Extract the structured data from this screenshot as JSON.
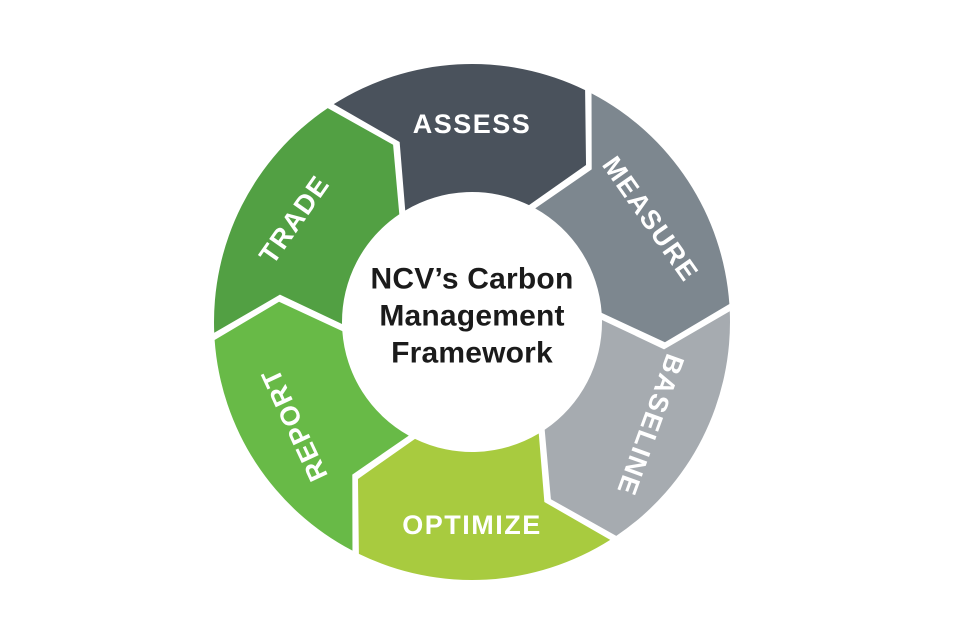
{
  "diagram": {
    "type": "cycle",
    "direction": "clockwise",
    "background_color": "#ffffff",
    "gap_color": "#ffffff",
    "label_text_color": "#ffffff",
    "center_text_color": "#1b1b1b",
    "center": {
      "line1": "NCV’s Carbon",
      "line2": "Management",
      "line3": "Framework"
    },
    "segments": [
      {
        "id": "assess",
        "label": "ASSESS",
        "color": "#4a525c"
      },
      {
        "id": "measure",
        "label": "MEASURE",
        "color": "#7d878f"
      },
      {
        "id": "baseline",
        "label": "BASELINE",
        "color": "#a6abb0"
      },
      {
        "id": "optimize",
        "label": "OPTIMIZE",
        "color": "#a8cb3f"
      },
      {
        "id": "report",
        "label": "REPORT",
        "color": "#68ba47"
      },
      {
        "id": "trade",
        "label": "TRADE",
        "color": "#52a043"
      }
    ]
  }
}
